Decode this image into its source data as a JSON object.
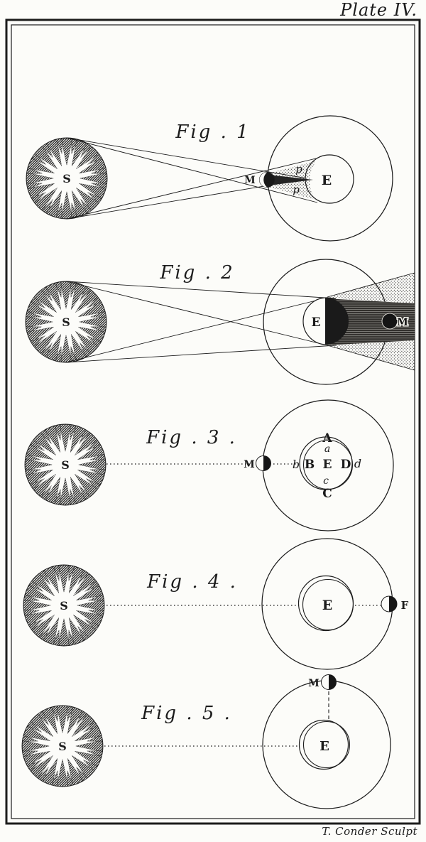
{
  "plate": {
    "title": "Plate IV.",
    "credit": "T. Conder Sculpt",
    "ink": "#1c1c1c",
    "paper": "#fcfcf9"
  },
  "figures": [
    {
      "label": "Fig . 1",
      "sun": "S",
      "moon": "M",
      "earth": "E",
      "penumbra_top": "p",
      "penumbra_bottom": "p"
    },
    {
      "label": "Fig . 2",
      "sun": "S",
      "moon": "M",
      "earth": "E"
    },
    {
      "label": "Fig . 3 .",
      "sun": "S",
      "moon": "M",
      "earth": "E",
      "points": {
        "A": "A",
        "a": "a",
        "b": "b",
        "B": "B",
        "D": "D",
        "d": "d",
        "c": "c",
        "C": "C"
      }
    },
    {
      "label": "Fig . 4 .",
      "sun": "S",
      "moon": "F",
      "earth": "E"
    },
    {
      "label": "Fig . 5 .",
      "sun": "S",
      "moon": "M",
      "earth": "E"
    }
  ]
}
